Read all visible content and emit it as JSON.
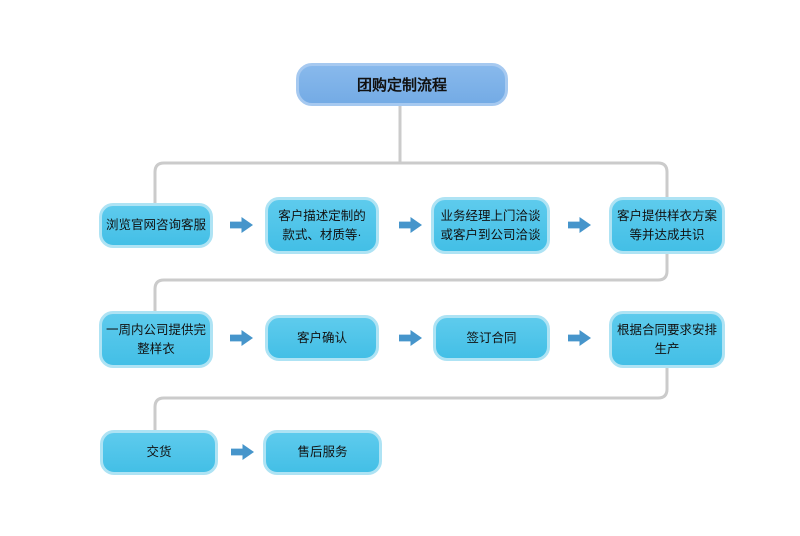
{
  "title": {
    "label": "团购定制流程"
  },
  "colors": {
    "title_fill": "#7db1e8",
    "title_border": "#a6c9f0",
    "node_fill": "#4cc3e9",
    "node_border": "#aee3f4",
    "arrow": "#4695cb",
    "connector": "#cbcbcb",
    "text": "#111111",
    "background": "#ffffff"
  },
  "rows": [
    {
      "nodes": [
        {
          "label": "浏览官网咨询客服"
        },
        {
          "label": "客户描述定制的\n款式、材质等·"
        },
        {
          "label": "业务经理上门洽谈\n或客户到公司洽谈"
        },
        {
          "label": "客户提供样衣方案\n等并达成共识"
        }
      ]
    },
    {
      "nodes": [
        {
          "label": "一周内公司提供完\n整样衣"
        },
        {
          "label": "客户确认"
        },
        {
          "label": "签订合同"
        },
        {
          "label": "根据合同要求安排\n生产"
        }
      ]
    },
    {
      "nodes": [
        {
          "label": "交货"
        },
        {
          "label": "售后服务"
        }
      ]
    }
  ]
}
